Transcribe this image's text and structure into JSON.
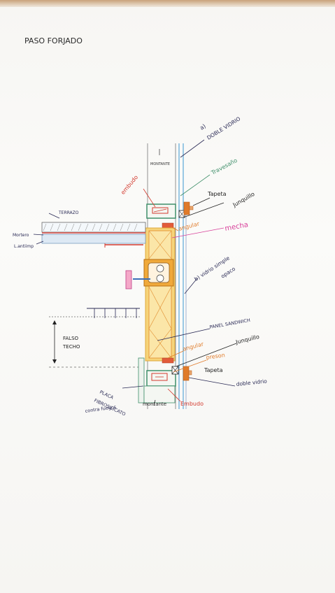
{
  "title": "PASO FORJADO",
  "labels": {
    "a": "a)",
    "doble_vidrio_top": "DOBLE VIDRIO",
    "montante": "MONTANTE",
    "travesano": "Travesaño",
    "embudo_top": "embudo",
    "tapeta_top": "Tapeta",
    "junquillo_top": "Junquillo",
    "terrazo": "TERRAZO",
    "mortero": "Mortero",
    "lamina": "L.antiimp",
    "angular_top": "angular",
    "mecha": "mecha",
    "b": "b) vidrio simple",
    "opaco": "opaco",
    "falso": "FALSO",
    "techo": "TECHO",
    "panel": "PANEL SANDWICH",
    "angular_bot": "angular",
    "junquillo_bot": "Junquillo",
    "preson": "preson",
    "tapeta_bot": "Tapeta",
    "doble_vidrio_bot": "doble vidrio",
    "placa1": "PLACA",
    "placa2": "FIBROSILICATO",
    "placa3": "contra fuegos",
    "montante_bot": "montante",
    "embudo_bot": "Embudo"
  },
  "colors": {
    "ink": "#2a2a55",
    "orange": "#e07b2a",
    "yellow": "#f2c74a",
    "pink": "#d8409a",
    "blue": "#5aa7d8",
    "green": "#3f8f6a",
    "red": "#d33a2f"
  }
}
